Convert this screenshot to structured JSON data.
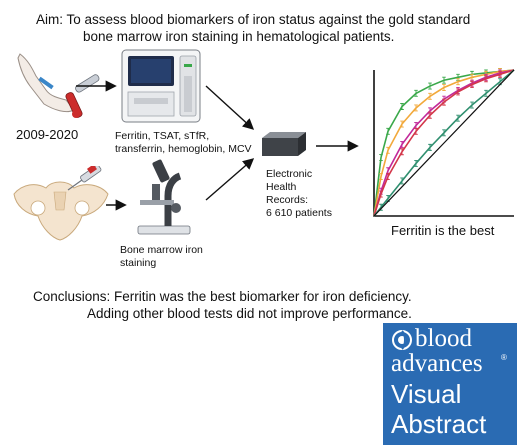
{
  "aim": {
    "line1": "Aim: To assess blood biomarkers of iron status against the gold standard",
    "line2": "bone marrow iron staining in hematological patients."
  },
  "blood_draw": {
    "years": "2009-2020"
  },
  "analyzer": {
    "caption_line1": "Ferritin, TSAT, sTfR,",
    "caption_line2": "transferrin, hemoglobin, MCV"
  },
  "microscope": {
    "caption_line1": "Bone marrow iron",
    "caption_line2": "staining"
  },
  "ehr": {
    "line1": "Electronic",
    "line2": "Health",
    "line3": "Records:",
    "line4": "6 610 patients"
  },
  "roc": {
    "caption": "Ferritin is the best"
  },
  "conclusions": {
    "line1": "Conclusions: Ferritin was the best biomarker for iron deficiency.",
    "line2": "Adding other blood tests did not improve performance."
  },
  "badge": {
    "brand_line1": "blood",
    "brand_line2": "advances",
    "registered": "®",
    "title_line1": "Visual",
    "title_line2": "Abstract"
  },
  "colors": {
    "badge_blue": "#2a6bb3",
    "curve_green": "#3aa84a",
    "curve_orange": "#f2a93b",
    "curve_magenta": "#c2299a",
    "curve_red": "#d3364a",
    "curve_teal": "#2f8f6f"
  },
  "chart_data": {
    "type": "line",
    "x": [
      0,
      0.05,
      0.1,
      0.2,
      0.3,
      0.4,
      0.5,
      0.6,
      0.7,
      0.8,
      0.9,
      1.0
    ],
    "series": [
      {
        "color": "#3aa84a",
        "values": [
          0,
          0.4,
          0.58,
          0.75,
          0.84,
          0.89,
          0.93,
          0.95,
          0.97,
          0.98,
          0.99,
          1.0
        ]
      },
      {
        "color": "#f2a93b",
        "values": [
          0,
          0.27,
          0.45,
          0.63,
          0.74,
          0.82,
          0.88,
          0.92,
          0.95,
          0.97,
          0.99,
          1.0
        ]
      },
      {
        "color": "#c2299a",
        "values": [
          0,
          0.17,
          0.31,
          0.49,
          0.62,
          0.72,
          0.8,
          0.86,
          0.91,
          0.95,
          0.98,
          1.0
        ]
      },
      {
        "color": "#d3364a",
        "values": [
          0,
          0.15,
          0.27,
          0.44,
          0.58,
          0.69,
          0.78,
          0.85,
          0.9,
          0.94,
          0.97,
          1.0
        ]
      },
      {
        "color": "#2f8f6f",
        "values": [
          0,
          0.06,
          0.12,
          0.24,
          0.36,
          0.47,
          0.57,
          0.67,
          0.76,
          0.84,
          0.92,
          1.0
        ]
      },
      {
        "color": "#111111",
        "values": [
          0,
          0.05,
          0.1,
          0.2,
          0.3,
          0.4,
          0.5,
          0.6,
          0.7,
          0.8,
          0.9,
          1.0
        ]
      }
    ],
    "xlim": [
      0,
      1
    ],
    "ylim": [
      0,
      1
    ]
  }
}
